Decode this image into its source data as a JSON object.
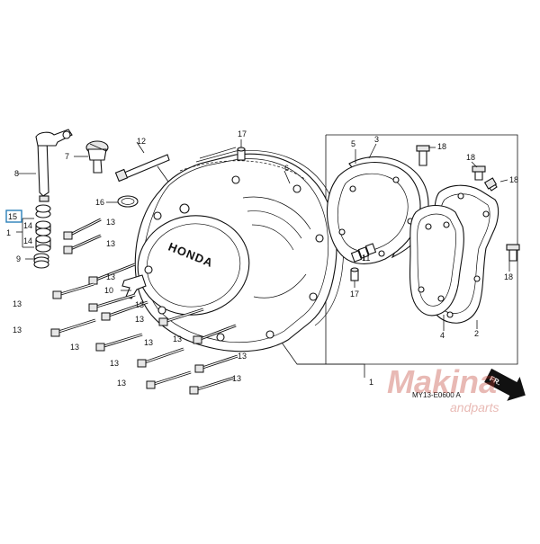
{
  "diagram": {
    "code": "MY13-E0600 A",
    "watermark": {
      "line1": "Makina",
      "line2": "andparts"
    },
    "fr_arrow": "FR.",
    "highlighted_label": "15",
    "labels": {
      "l1a": "1",
      "l1b": "1",
      "l2": "2",
      "l3": "3",
      "l4": "4",
      "l5": "5",
      "l6": "6",
      "l7": "7",
      "l8": "8",
      "l9": "9",
      "l10": "10",
      "l11": "11",
      "l12": "12",
      "l13a": "13",
      "l13b": "13",
      "l13c": "13",
      "l13d": "13",
      "l13e": "13",
      "l13f": "13",
      "l13g": "13",
      "l13h": "13",
      "l13i": "13",
      "l13j": "13",
      "l13k": "13",
      "l13l": "13",
      "l13m": "13",
      "l13n": "13",
      "l14a": "14",
      "l14b": "14",
      "l15": "15",
      "l16": "16",
      "l17a": "17",
      "l17b": "17",
      "l18a": "18",
      "l18b": "18",
      "l18c": "18",
      "l18d": "18"
    }
  }
}
